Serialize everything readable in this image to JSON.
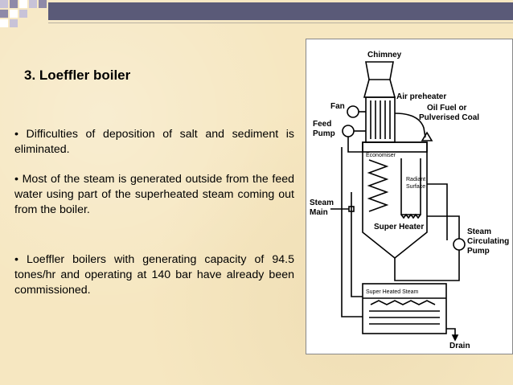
{
  "slide": {
    "title": "3. Loeffler boiler",
    "bullets": [
      "• Difficulties of deposition of salt and sediment is eliminated.",
      "• Most of the steam is generated outside from the feed water using part of the superheated steam coming out from the boiler.",
      "• Loeffler boilers with generating capacity of 94.5 tones/hr and operating at 140 bar have already been commissioned."
    ]
  },
  "diagram": {
    "labels": {
      "chimney": "Chimney",
      "air_preheater": "Air preheater",
      "fan": "Fan",
      "oil_fuel_1": "Oil Fuel or",
      "oil_fuel_2": "Pulverised Coal",
      "feed_1": "Feed",
      "feed_2": "Pump",
      "economiser": "Economiser",
      "radiant_1": "Radiant",
      "radiant_2": "Surface",
      "steam_main_1": "Steam",
      "steam_main_2": "Main",
      "super_heater": "Super Heater",
      "circ_1": "Steam",
      "circ_2": "Circulating",
      "circ_3": "Pump",
      "super_heated_steam": "Super Heated Steam",
      "drain": "Drain"
    }
  },
  "colors": {
    "background": "#f6e7c1",
    "topbar": "#5a5a78"
  }
}
